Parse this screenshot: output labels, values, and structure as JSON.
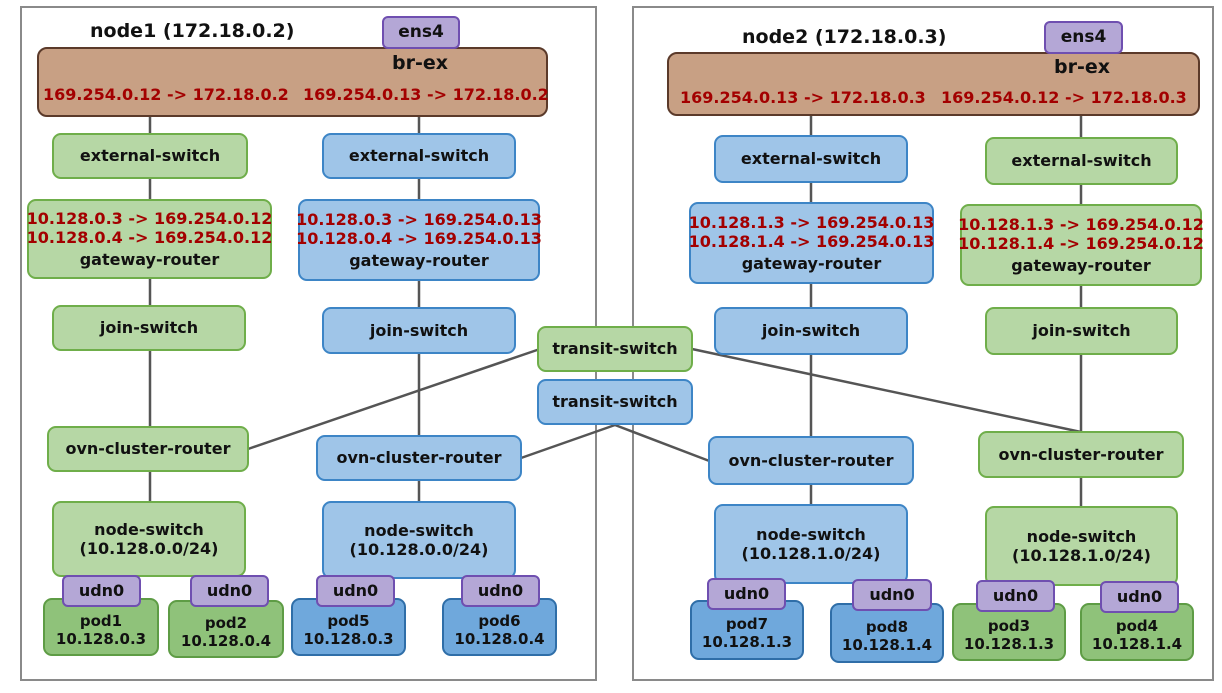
{
  "node1": {
    "title": "node1 (172.18.0.2)",
    "nic": "ens4",
    "bridge": "br-ex",
    "bridge_routes": [
      "169.254.0.12 -> 172.18.0.2",
      "169.254.0.13 -> 172.18.0.2"
    ],
    "green_net": {
      "external_switch": "external-switch",
      "gw_routes": [
        "10.128.0.3 -> 169.254.0.12",
        "10.128.0.4 -> 169.254.0.12"
      ],
      "gateway_router": "gateway-router",
      "join_switch": "join-switch",
      "cluster_router": "ovn-cluster-router",
      "node_switch": "node-switch",
      "node_subnet": "(10.128.0.0/24)",
      "pods": [
        {
          "udn": "udn0",
          "name": "pod1",
          "ip": "10.128.0.3"
        },
        {
          "udn": "udn0",
          "name": "pod2",
          "ip": "10.128.0.4"
        }
      ]
    },
    "blue_net": {
      "external_switch": "external-switch",
      "gw_routes": [
        "10.128.0.3 -> 169.254.0.13",
        "10.128.0.4 -> 169.254.0.13"
      ],
      "gateway_router": "gateway-router",
      "join_switch": "join-switch",
      "cluster_router": "ovn-cluster-router",
      "node_switch": "node-switch",
      "node_subnet": "(10.128.0.0/24)",
      "pods": [
        {
          "udn": "udn0",
          "name": "pod5",
          "ip": "10.128.0.3"
        },
        {
          "udn": "udn0",
          "name": "pod6",
          "ip": "10.128.0.4"
        }
      ]
    }
  },
  "node2": {
    "title": "node2 (172.18.0.3)",
    "nic": "ens4",
    "bridge": "br-ex",
    "bridge_routes": [
      "169.254.0.13 -> 172.18.0.3",
      "169.254.0.12 -> 172.18.0.3"
    ],
    "blue_net": {
      "external_switch": "external-switch",
      "gw_routes": [
        "10.128.1.3 -> 169.254.0.13",
        "10.128.1.4 -> 169.254.0.13"
      ],
      "gateway_router": "gateway-router",
      "join_switch": "join-switch",
      "cluster_router": "ovn-cluster-router",
      "node_switch": "node-switch",
      "node_subnet": "(10.128.1.0/24)",
      "pods": [
        {
          "udn": "udn0",
          "name": "pod7",
          "ip": "10.128.1.3"
        },
        {
          "udn": "udn0",
          "name": "pod8",
          "ip": "10.128.1.4"
        }
      ]
    },
    "green_net": {
      "external_switch": "external-switch",
      "gw_routes": [
        "10.128.1.3 -> 169.254.0.12",
        "10.128.1.4 -> 169.254.0.12"
      ],
      "gateway_router": "gateway-router",
      "join_switch": "join-switch",
      "cluster_router": "ovn-cluster-router",
      "node_switch": "node-switch",
      "node_subnet": "(10.128.1.0/24)",
      "pods": [
        {
          "udn": "udn0",
          "name": "pod3",
          "ip": "10.128.1.3"
        },
        {
          "udn": "udn0",
          "name": "pod4",
          "ip": "10.128.1.4"
        }
      ]
    }
  },
  "transit": {
    "green": "transit-switch",
    "blue": "transit-switch"
  },
  "colors": {
    "green_fill": "#b6d7a5",
    "blue_fill": "#9fc5e8",
    "route_text": "#a30000",
    "bridge_fill": "#c8a084",
    "udn_fill": "#b4a7d6"
  }
}
